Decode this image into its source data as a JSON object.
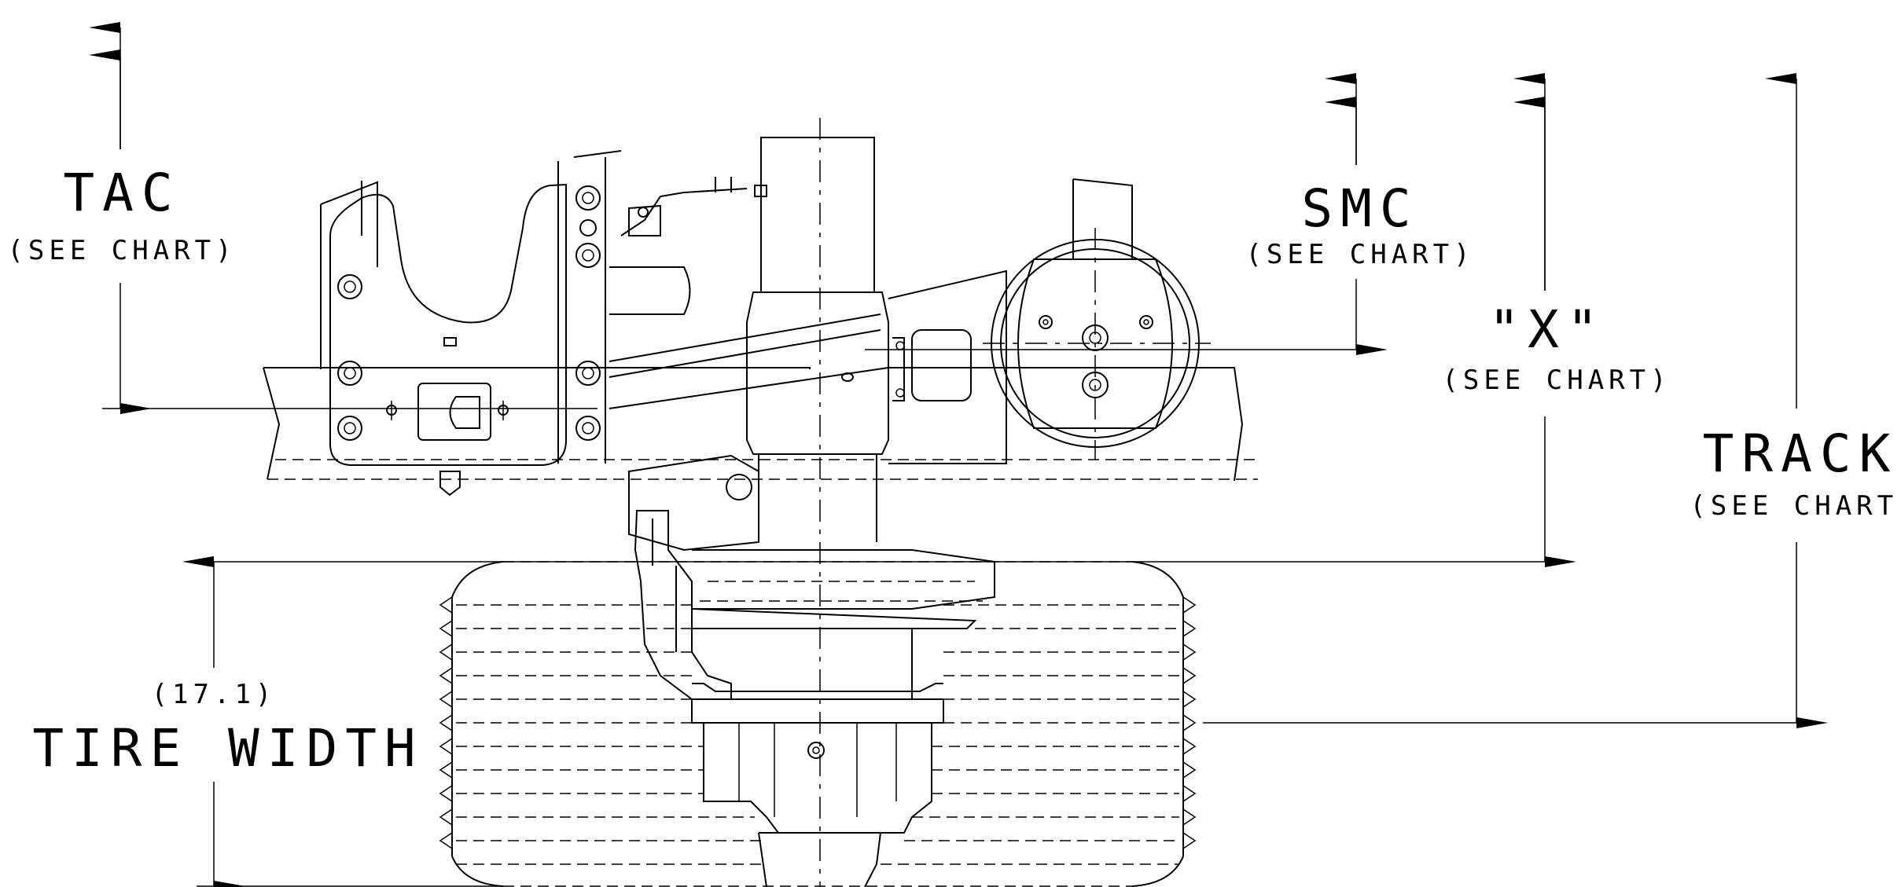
{
  "dimensions": {
    "tac": {
      "label": "TAC",
      "note": "(SEE CHART)"
    },
    "smc": {
      "label": "SMC",
      "note": "(SEE CHART)"
    },
    "x": {
      "label": "\"X\"",
      "note": "(SEE CHART)"
    },
    "track": {
      "label": "TRACK",
      "note": "(SEE CHART)"
    },
    "tire_width": {
      "label": "TIRE WIDTH",
      "value": "(17.1)"
    }
  },
  "colors": {
    "line": "#000000",
    "background": "#ffffff"
  }
}
